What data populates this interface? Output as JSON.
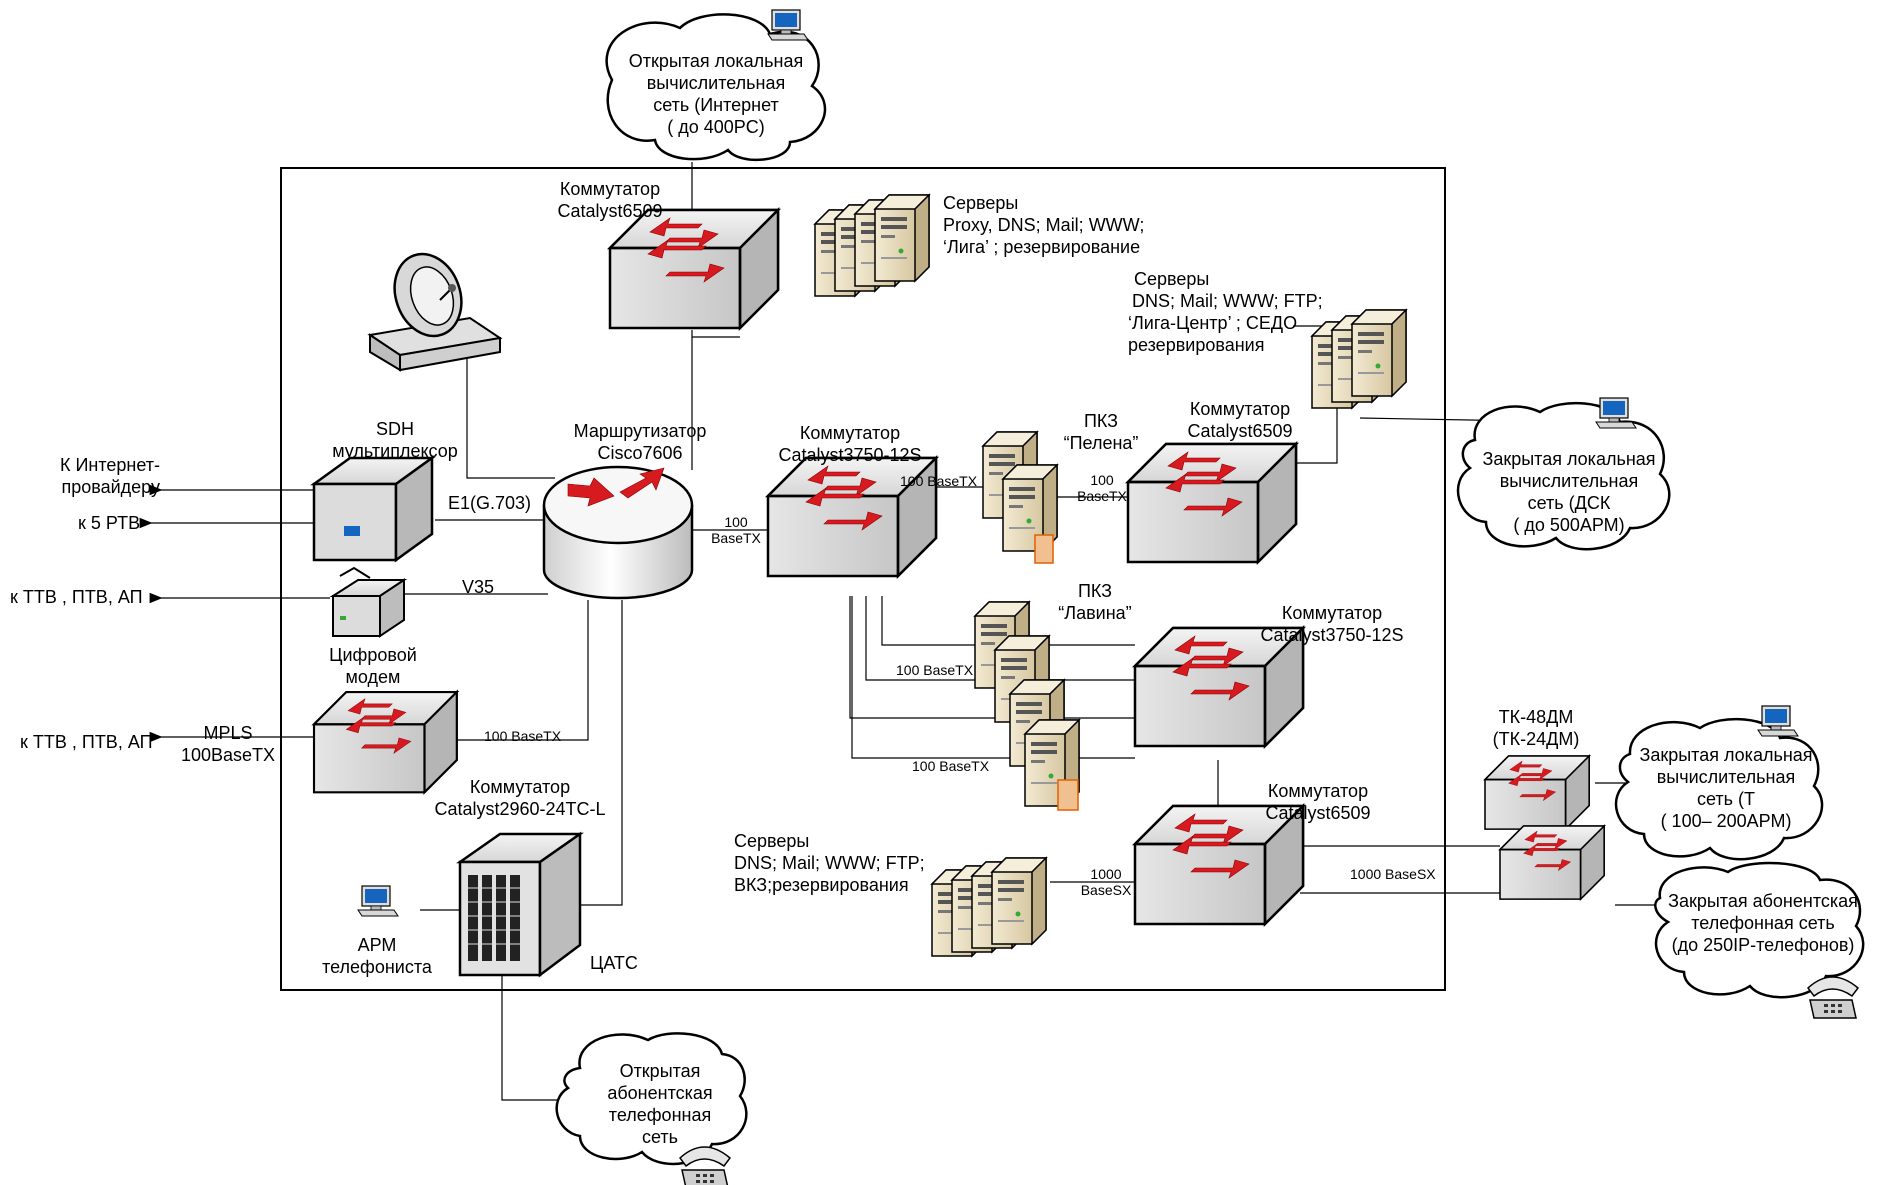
{
  "clouds": {
    "open_lan": [
      "Открытая локальная",
      "вычислительная",
      "сеть  (Интернет",
      "( до 400PC)"
    ],
    "closed_lan_dsk": [
      "Закрытая локальная",
      "вычислительная",
      "сеть  (ДСК",
      "( до 500АРМ)"
    ],
    "closed_lan_t": [
      "Закрытая локальная",
      "вычислительная",
      "сеть  (Т",
      "( 100– 200АРМ)"
    ],
    "closed_phone": [
      "Закрытая абонентская",
      "телефонная сеть",
      "(до 250IP-телефонов)"
    ],
    "open_phone": [
      "Открытая",
      "абонентская",
      "телефонная",
      "сеть"
    ]
  },
  "devices": {
    "switch_top": [
      "Коммутатор",
      "Catalyst6509"
    ],
    "servers_top": [
      "Серверы",
      "Proxy, DNS;  Mail;   WWW;",
      "‘Лига’ ; резервирование"
    ],
    "servers_right": [
      "Серверы",
      "DNS;  Mail;   WWW;  FTP;",
      "‘Лига-Центр’ ; СЕДО",
      "резервирования"
    ],
    "sdh": [
      "SDH",
      "мультиплексор"
    ],
    "router": [
      "Маршрутизатор",
      "Cisco7606"
    ],
    "switch_3750_a": [
      "Коммутатор",
      "Catalyst3750-12S"
    ],
    "pkz_pelena": [
      "ПКЗ",
      "“Пелена”"
    ],
    "switch_6509_right": [
      "Коммутатор",
      "Catalyst6509"
    ],
    "modem": [
      "Цифровой",
      "модем"
    ],
    "pkz_lavina": [
      "ПКЗ",
      "“Лавина”"
    ],
    "switch_3750_b": [
      "Коммутатор",
      "Catalyst3750-12S"
    ],
    "switch_2960": [
      "Коммутатор",
      "Catalyst2960-24TC-L"
    ],
    "switch_6509_bottom": [
      "Коммутатор",
      "Catalyst6509"
    ],
    "servers_bottom": [
      "Серверы",
      "DNS;  Mail;   WWW;  FTP;",
      "ВКЗ;резервирования"
    ],
    "tk": [
      "ТК-48ДМ",
      "(ТК-24ДМ)"
    ],
    "arm": [
      "АРМ",
      "телефониста"
    ],
    "pbx": "ЦАТС"
  },
  "external": {
    "internet_provider": [
      "К Интернет-",
      "провайдеру"
    ],
    "rtv": "к 5 РТВ",
    "ttv_1": "к ТТВ , ПТВ, АП",
    "ttv_2": "к ТТВ , ПТВ, АП",
    "mpls": [
      "MPLS",
      "100BaseTX"
    ]
  },
  "links": {
    "e1": "E1(G.703)",
    "v35": "V35",
    "router_sw": [
      "100",
      "BaseTX"
    ],
    "sw_pelena": "100 BaseTX",
    "pelena_sw": [
      "100",
      "BaseTX"
    ],
    "lavina_1": "100 BaseTX",
    "lavina_2": "100 BaseTX",
    "sw2960": "100 BaseTX",
    "servers_sw": [
      "1000",
      "BaseSX"
    ],
    "sw_tk": "1000 BaseSX"
  },
  "colors": {
    "switch_arrow": "#d71920",
    "device_fill": "#e8e8e8",
    "server_fill": "#e6d9b8",
    "monitor_screen": "#1565c0"
  }
}
